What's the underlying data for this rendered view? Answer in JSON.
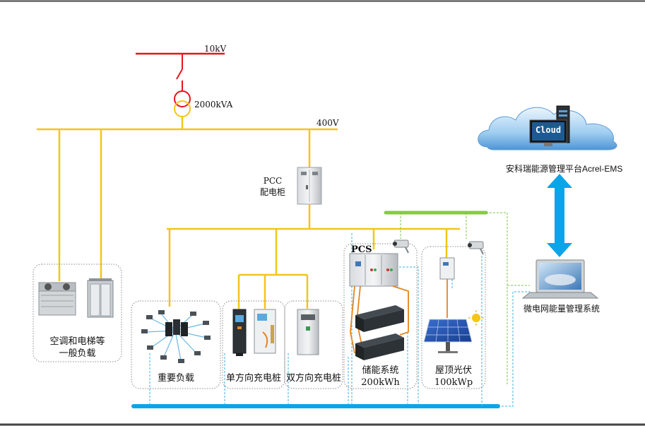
{
  "grid": {
    "voltage_high": "10kV",
    "transformer_rating": "2000kVA",
    "voltage_low": "400V"
  },
  "pcc": {
    "line1": "PCC",
    "line2": "配电柜"
  },
  "cloud": {
    "text": "Cloud",
    "platform_label": "安科瑞能源管理平台Acrel-EMS"
  },
  "ems": {
    "label": "微电网能量管理系统"
  },
  "groups": {
    "general_load": {
      "line1": "空调和电梯等",
      "line2": "一般负载"
    },
    "important_load": {
      "label": "重要负载"
    },
    "uni_charger": {
      "label": "单方向充电桩"
    },
    "bi_charger": {
      "label": "双方向充电桩"
    },
    "storage": {
      "pcs": "PCS",
      "line1": "储能系统",
      "line2": "200kWh"
    },
    "pv": {
      "line1": "屋顶光伏",
      "line2": "100kWp"
    }
  },
  "colors": {
    "power_bus": "#f5c518",
    "grid_line": "#e8141c",
    "comm_bus": "#0aa5e8",
    "green_bus": "#86cc3a",
    "dashed_comm": "#3ab0e6",
    "dashed_green": "#7cc443",
    "dc_line": "#e8841c"
  }
}
